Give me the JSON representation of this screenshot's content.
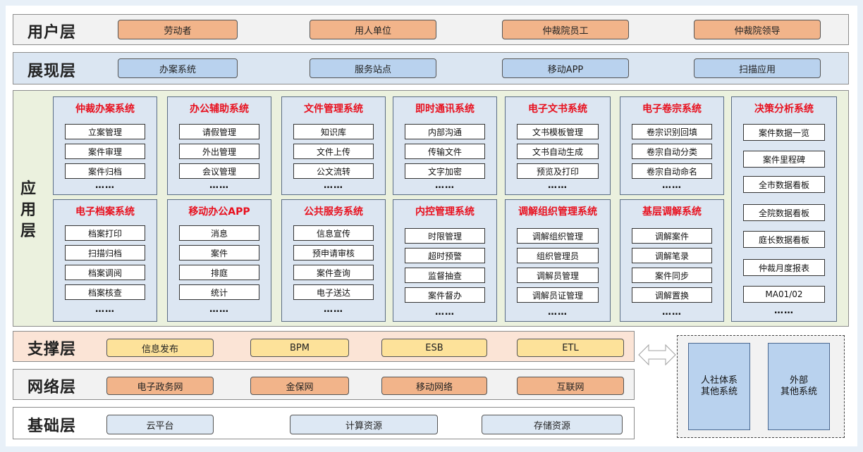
{
  "user_layer": {
    "title": "用户层",
    "items": [
      "劳动者",
      "用人单位",
      "仲裁院员工",
      "仲裁院领导"
    ]
  },
  "presentation_layer": {
    "title": "展现层",
    "items": [
      "办案系统",
      "服务站点",
      "移动APP",
      "扫描应用"
    ]
  },
  "application_layer": {
    "title_chars": [
      "应",
      "用",
      "层"
    ],
    "systems_top": [
      {
        "title": "仲裁办案系统",
        "items": [
          "立案管理",
          "案件审理",
          "案件归档"
        ],
        "more": "……"
      },
      {
        "title": "办公辅助系统",
        "items": [
          "请假管理",
          "外出管理",
          "会议管理"
        ],
        "more": "……"
      },
      {
        "title": "文件管理系统",
        "items": [
          "知识库",
          "文件上传",
          "公文流转"
        ],
        "more": "……"
      },
      {
        "title": "即时通讯系统",
        "items": [
          "内部沟通",
          "传输文件",
          "文字加密"
        ],
        "more": "……"
      },
      {
        "title": "电子文书系统",
        "items": [
          "文书模板管理",
          "文书自动生成",
          "预览及打印"
        ],
        "more": "……"
      },
      {
        "title": "电子卷宗系统",
        "items": [
          "卷宗识别回填",
          "卷宗自动分类",
          "卷宗自动命名"
        ],
        "more": "……"
      }
    ],
    "systems_bottom": [
      {
        "title": "电子档案系统",
        "items": [
          "档案打印",
          "扫描归档",
          "档案调阅",
          "档案核查"
        ],
        "more": "……"
      },
      {
        "title": "移动办公APP",
        "items": [
          "消息",
          "案件",
          "排庭",
          "统计"
        ],
        "more": "……"
      },
      {
        "title": "公共服务系统",
        "items": [
          "信息宣传",
          "预申请审核",
          "案件查询",
          "电子送达"
        ],
        "more": "……"
      },
      {
        "title": "内控管理系统",
        "items": [
          "时限管理",
          "超时预警",
          "监督抽查",
          "案件督办"
        ],
        "more": "……"
      },
      {
        "title": "调解组织管理系统",
        "items": [
          "调解组织管理",
          "组织管理员",
          "调解员管理",
          "调解员证管理"
        ],
        "more": "……"
      },
      {
        "title": "基层调解系统",
        "items": [
          "调解案件",
          "调解笔录",
          "案件同步",
          "调解置换"
        ],
        "more": "……"
      }
    ],
    "decision_system": {
      "title": "决策分析系统",
      "items": [
        "案件数据一览",
        "案件里程碑",
        "全市数据看板",
        "全院数据看板",
        "庭长数据看板",
        "仲裁月度报表",
        "MA01/02"
      ],
      "more": "……"
    }
  },
  "support_layer": {
    "title": "支撑层",
    "items": [
      "信息发布",
      "BPM",
      "ESB",
      "ETL"
    ]
  },
  "network_layer": {
    "title": "网络层",
    "items": [
      "电子政务网",
      "金保网",
      "移动网络",
      "互联网"
    ]
  },
  "base_layer": {
    "title": "基础层",
    "items": [
      "云平台",
      "计算资源",
      "存储资源"
    ]
  },
  "external": {
    "items": [
      "人社体系\n其他系统",
      "外部\n其他系统"
    ]
  },
  "colors": {
    "orange": "#f2b48a",
    "blue": "#b9d2ee",
    "yellow": "#fde29a",
    "red_title": "#e8101e",
    "system_bg": "#dce6f2",
    "app_layer_bg": "#ebf1de"
  }
}
